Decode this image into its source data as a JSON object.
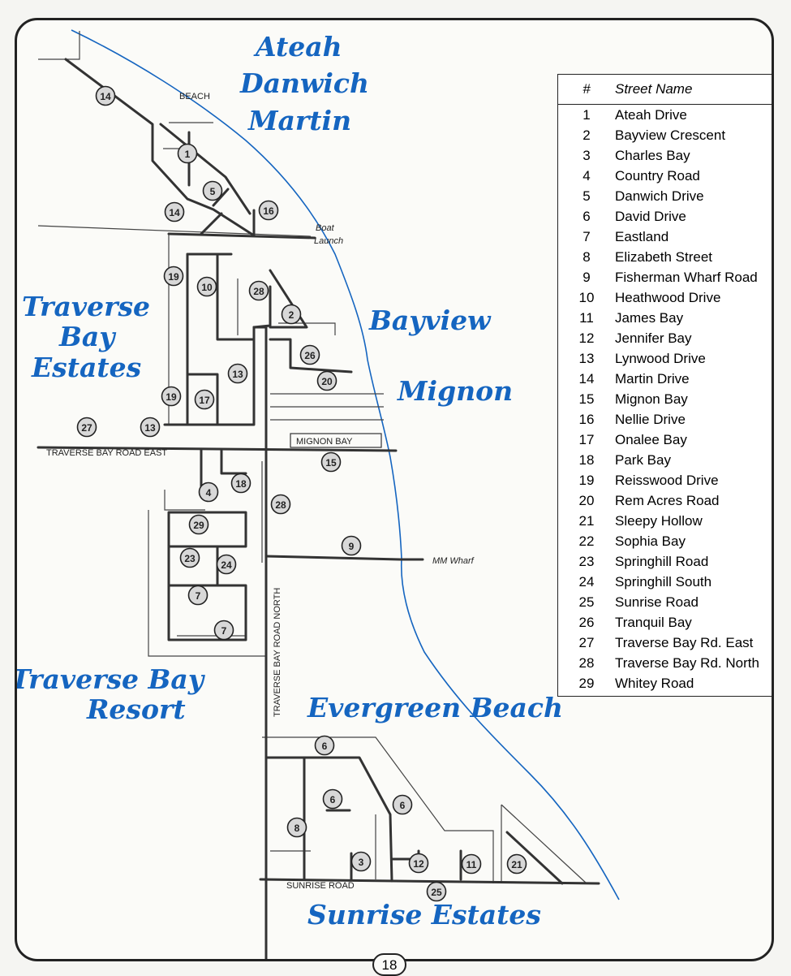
{
  "regions": {
    "ateah": "Ateah",
    "danwich": "Danwich",
    "martin": "Martin",
    "traverse_bay_estates_1": "Traverse",
    "traverse_bay_estates_2": "Bay",
    "traverse_bay_estates_3": "Estates",
    "bayview": "Bayview",
    "mignon": "Mignon",
    "traverse_bay_resort_1": "Traverse Bay",
    "traverse_bay_resort_2": "Resort",
    "evergreen_beach": "Evergreen Beach",
    "sunrise_estates": "Sunrise Estates"
  },
  "place_labels": {
    "beach": "BEACH",
    "boat_launch_1": "Boat",
    "boat_launch_2": "Launch",
    "mm_wharf": "MM Wharf",
    "traverse_bay_road_east": "TRAVERSE BAY ROAD EAST",
    "mignon_bay": "MIGNON BAY",
    "traverse_bay_road_north": "TRAVERSE BAY ROAD NORTH",
    "sunrise_road": "SUNRISE ROAD"
  },
  "markers": [
    {
      "n": "14"
    },
    {
      "n": "1"
    },
    {
      "n": "5"
    },
    {
      "n": "14"
    },
    {
      "n": "16"
    },
    {
      "n": "19"
    },
    {
      "n": "10"
    },
    {
      "n": "28"
    },
    {
      "n": "2"
    },
    {
      "n": "26"
    },
    {
      "n": "20"
    },
    {
      "n": "13"
    },
    {
      "n": "19"
    },
    {
      "n": "17"
    },
    {
      "n": "27"
    },
    {
      "n": "13"
    },
    {
      "n": "15"
    },
    {
      "n": "18"
    },
    {
      "n": "4"
    },
    {
      "n": "28"
    },
    {
      "n": "29"
    },
    {
      "n": "23"
    },
    {
      "n": "24"
    },
    {
      "n": "9"
    },
    {
      "n": "7"
    },
    {
      "n": "7"
    },
    {
      "n": "6"
    },
    {
      "n": "6"
    },
    {
      "n": "6"
    },
    {
      "n": "8"
    },
    {
      "n": "3"
    },
    {
      "n": "12"
    },
    {
      "n": "11"
    },
    {
      "n": "21"
    },
    {
      "n": "25"
    }
  ],
  "legend": {
    "header_num": "#",
    "header_name": "Street Name",
    "rows": [
      {
        "num": "1",
        "name": "Ateah Drive"
      },
      {
        "num": "2",
        "name": "Bayview Crescent"
      },
      {
        "num": "3",
        "name": "Charles Bay"
      },
      {
        "num": "4",
        "name": "Country Road"
      },
      {
        "num": "5",
        "name": "Danwich Drive"
      },
      {
        "num": "6",
        "name": "David Drive"
      },
      {
        "num": "7",
        "name": "Eastland"
      },
      {
        "num": "8",
        "name": "Elizabeth Street"
      },
      {
        "num": "9",
        "name": "Fisherman Wharf Road"
      },
      {
        "num": "10",
        "name": "Heathwood Drive"
      },
      {
        "num": "11",
        "name": "James Bay"
      },
      {
        "num": "12",
        "name": "Jennifer Bay"
      },
      {
        "num": "13",
        "name": "Lynwood Drive"
      },
      {
        "num": "14",
        "name": "Martin Drive"
      },
      {
        "num": "15",
        "name": "Mignon Bay"
      },
      {
        "num": "16",
        "name": "Nellie Drive"
      },
      {
        "num": "17",
        "name": "Onalee Bay"
      },
      {
        "num": "18",
        "name": "Park Bay"
      },
      {
        "num": "19",
        "name": "Reisswood Drive"
      },
      {
        "num": "20",
        "name": "Rem Acres Road"
      },
      {
        "num": "21",
        "name": "Sleepy Hollow"
      },
      {
        "num": "22",
        "name": "Sophia Bay"
      },
      {
        "num": "23",
        "name": "Springhill Road"
      },
      {
        "num": "24",
        "name": "Springhill South"
      },
      {
        "num": "25",
        "name": "Sunrise Road"
      },
      {
        "num": "26",
        "name": "Tranquil Bay"
      },
      {
        "num": "27",
        "name": "Traverse Bay Rd. East"
      },
      {
        "num": "28",
        "name": "Traverse Bay Rd. North"
      },
      {
        "num": "29",
        "name": "Whitey Road"
      }
    ]
  },
  "page_number": "18",
  "colors": {
    "region_text": "#1565c0",
    "shoreline": "#1565c0",
    "road": "#333333",
    "marker_fill": "#d8d8d8"
  }
}
